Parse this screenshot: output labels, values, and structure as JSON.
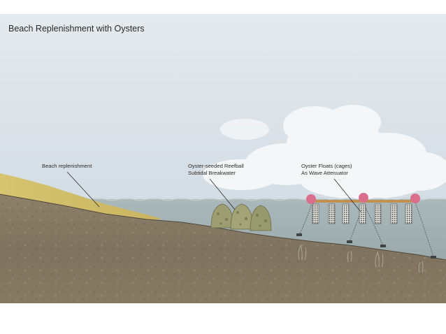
{
  "title": "Beach Replenishment with Oysters",
  "labels": {
    "beach": "Beach replenishment",
    "reefball_line1": "Oyster-seeded Reefball",
    "reefball_line2": "Subtidal Breakwater",
    "floats_line1": "Oyster Floats (cages)",
    "floats_line2": "As Wave Attenuator"
  },
  "colors": {
    "sky_top": "#e4e9ed",
    "sky_bottom": "#d5dfe6",
    "water": "#a9b6b9",
    "sand": "#d2c06a",
    "earth": "#8a7d67",
    "earth_dark": "#6b6150",
    "float_buoy": "#d9698a",
    "float_beam": "#b88a4a",
    "reefball": "#9a9b6e"
  }
}
